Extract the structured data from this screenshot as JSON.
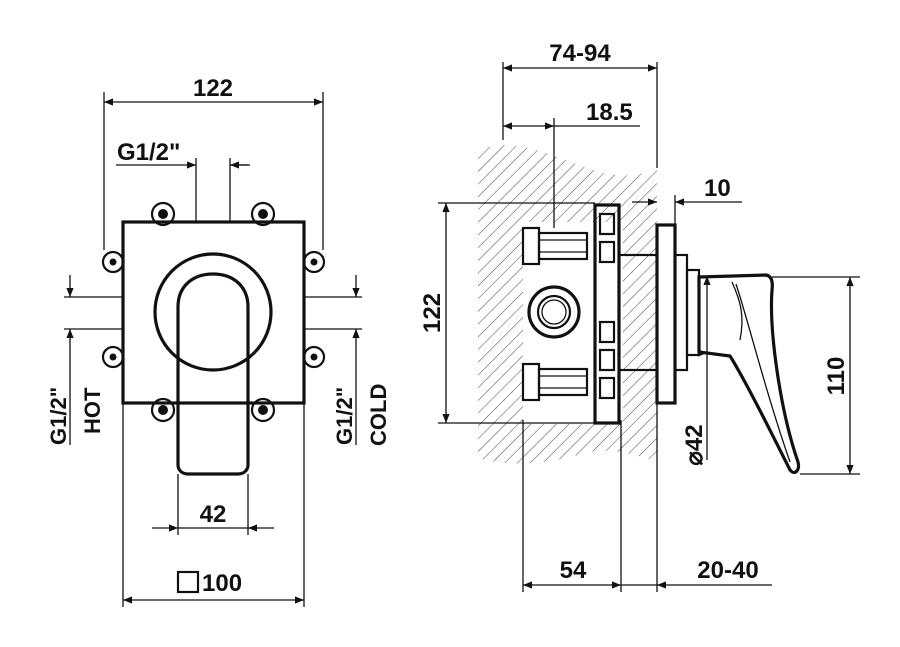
{
  "front_view": {
    "dim_top_width": "122",
    "dim_thread_top": "G1/2\"",
    "dim_handle_width": "42",
    "dim_plate_size": "100",
    "square_symbol": "□",
    "hot_thread": "G1/2\"",
    "hot_label": "HOT",
    "cold_thread": "G1/2\"",
    "cold_label": "COLD"
  },
  "side_view": {
    "dim_depth_range": "74-94",
    "dim_inlet_offset": "18.5",
    "dim_plate_thickness": "10",
    "dim_body_height": "122",
    "dim_handle_height": "110",
    "dim_rosette_diameter": "42",
    "diameter_symbol": "⌀",
    "dim_body_depth": "54",
    "dim_extension_range": "20-40"
  }
}
